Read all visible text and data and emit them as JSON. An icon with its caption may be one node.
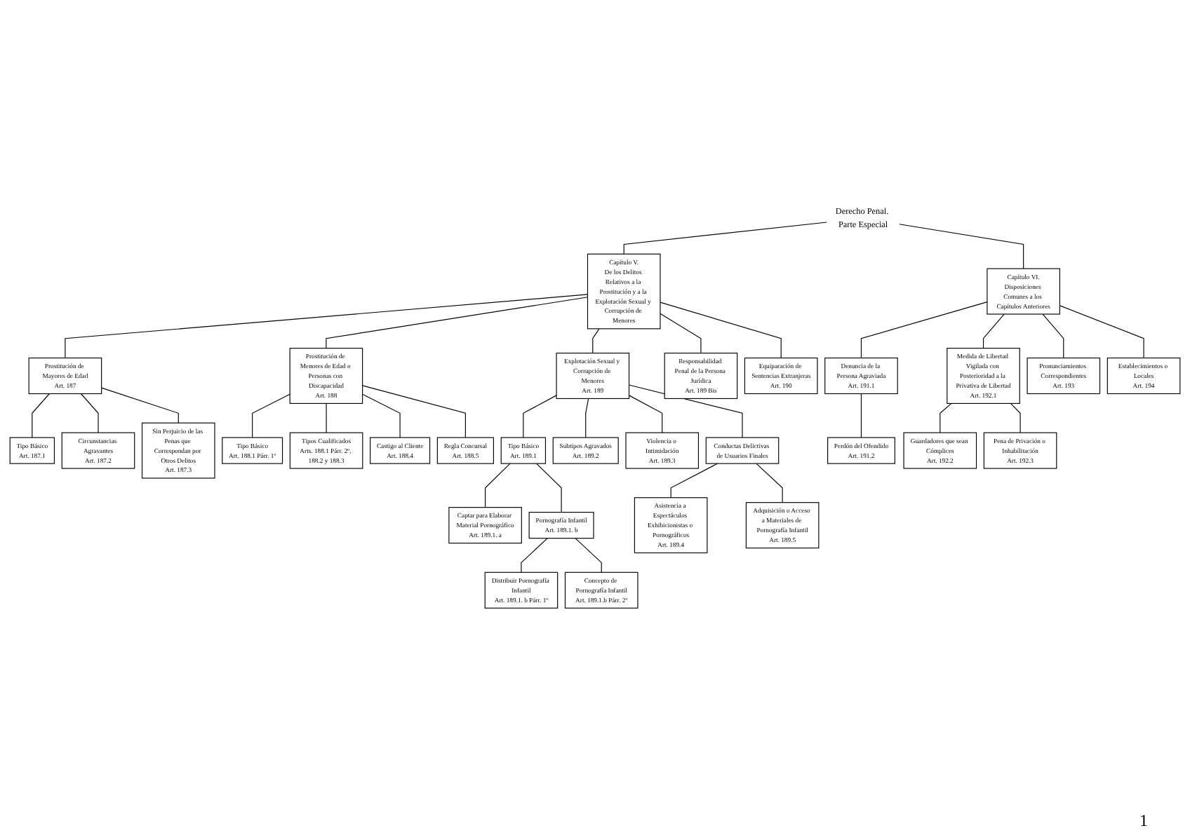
{
  "diagram": {
    "nodes": [
      {
        "text": [
          "Derecho Penal. Parte Especial"
        ]
      },
      {
        "text": [
          "Capítulo V.",
          "De los Delitos Relativos a la Prostitución y a la Explotación Sexual y Corrupción de Menores"
        ]
      },
      {
        "text": [
          "Prostitución de Mayores de Edad",
          "Art. 187"
        ]
      },
      {
        "text": [
          "Tipo Básico",
          "Art. 187.1"
        ]
      },
      {
        "text": [
          "Circunstancias Agravantes",
          "Art. 187.2"
        ]
      },
      {
        "text": [
          "Sin Perjuicio de las Penas que Correspondan por Otros Delitos",
          "Art. 187.3"
        ]
      },
      {
        "text": [
          "Prostitución de Menores de Edad o Personas con Discapacidad",
          "Art. 188"
        ]
      },
      {
        "text": [
          "Tipo Básico",
          "Art. 188.1 Párr. 1º"
        ]
      },
      {
        "text": [
          "Tipos Cualificados",
          "Arts. 188.1 Párr. 2º, 188.2 y 188.3"
        ]
      },
      {
        "text": [
          "Castigo al Cliente",
          "Art. 188.4"
        ]
      },
      {
        "text": [
          "Regla Concursal",
          "Art. 188.5"
        ]
      },
      {
        "text": [
          "Explotación Sexual y Corrupción de Menores",
          "Art. 189"
        ]
      },
      {
        "text": [
          "Tipo Básico",
          "Art. 189.1"
        ]
      },
      {
        "text": [
          "Captar para Elaborar Material Pornográfico",
          "Art. 189.1. a"
        ]
      },
      {
        "text": [
          "Subtipos Agravados",
          "Art. 189.2"
        ]
      },
      {
        "text": [
          "Pornografía Infantil",
          "Art. 189.1. b"
        ]
      },
      {
        "text": [
          "Distribuir Pornografía Infantil",
          "Art. 189.1. b Párr. 1º"
        ]
      },
      {
        "text": [
          "Concepto de Pornografía Infantil",
          "Art. 189.1.b Párr. 2º"
        ]
      },
      {
        "text": [
          "Violencia o Intimidación",
          "Art. 189.3"
        ]
      },
      {
        "text": [
          "Conductas Delictivas de Usuarios Finales"
        ]
      },
      {
        "text": [
          "Asistencia a Espectáculos Exhibicionistas o Pornográficos",
          "Art. 189.4"
        ]
      },
      {
        "text": [
          "Adquisición o Acceso a Materiales de Pornografía Infantil",
          "Art. 189.5"
        ]
      },
      {
        "text": [
          "Responsabilidad Penal de la Persona Jurídica",
          "Art. 189 Bis"
        ]
      },
      {
        "text": [
          "Equiparación de Sentencias Extranjeras",
          "Art. 190"
        ]
      },
      {
        "text": [
          "Capítulo VI.",
          "Disposiciones Comunes a los Capítulos Anteriores"
        ]
      },
      {
        "text": [
          "Denuncia de la Persona Agraviada",
          "Art. 191.1"
        ]
      },
      {
        "text": [
          "Perdón del Ofendido",
          "Art. 191.2"
        ]
      },
      {
        "text": [
          "Medida de Libertad Vigilada con Posterioridad a la Privativa de Libertad",
          "Art. 192.1"
        ]
      },
      {
        "text": [
          "Guardadores que sean Cómplices",
          "Art. 192.2"
        ]
      },
      {
        "text": [
          "Pena de Privación o Inhabilitación",
          "Art. 192.3"
        ]
      },
      {
        "text": [
          "Pronunciamientos Correspondientes",
          "Art. 193"
        ]
      },
      {
        "text": [
          "Establecimientos o Locales",
          "Art. 194"
        ]
      }
    ],
    "edges": [
      {
        "from": 0,
        "to": 1,
        "arrow": "none"
      },
      {
        "from": 0,
        "to": 24,
        "arrow": "none"
      },
      {
        "from": 1,
        "to": 2,
        "arrow": "none"
      },
      {
        "from": 2,
        "to": 3,
        "arrow": "none"
      },
      {
        "from": 2,
        "to": 4,
        "arrow": "none"
      },
      {
        "from": 2,
        "to": 5,
        "arrow": "none"
      },
      {
        "from": 1,
        "to": 6,
        "arrow": "none"
      },
      {
        "from": 6,
        "to": 7,
        "arrow": "none"
      },
      {
        "from": 6,
        "to": 8,
        "arrow": "none"
      },
      {
        "from": 6,
        "to": 9,
        "arrow": "none"
      },
      {
        "from": 6,
        "to": 10,
        "arrow": "none"
      },
      {
        "from": 1,
        "to": 11,
        "arrow": "none"
      },
      {
        "from": 11,
        "to": 12,
        "arrow": "none"
      },
      {
        "from": 12,
        "to": 13,
        "arrow": "none"
      },
      {
        "from": 11,
        "to": 14,
        "arrow": "none"
      },
      {
        "from": 12,
        "to": 15,
        "arrow": "none"
      },
      {
        "from": 15,
        "to": 16,
        "arrow": "none"
      },
      {
        "from": 15,
        "to": 17,
        "arrow": "none"
      },
      {
        "from": 11,
        "to": 18,
        "arrow": "none"
      },
      {
        "from": 11,
        "to": 19,
        "arrow": "none"
      },
      {
        "from": 19,
        "to": 20,
        "arrow": "none"
      },
      {
        "from": 19,
        "to": 21,
        "arrow": "none"
      },
      {
        "from": 1,
        "to": 22,
        "arrow": "none"
      },
      {
        "from": 1,
        "to": 23,
        "arrow": "none"
      },
      {
        "from": 24,
        "to": 25,
        "arrow": "none"
      },
      {
        "from": 25,
        "to": 26,
        "arrow": "none"
      },
      {
        "from": 24,
        "to": 27,
        "arrow": "none"
      },
      {
        "from": 27,
        "to": 28,
        "arrow": "none"
      },
      {
        "from": 27,
        "to": 29,
        "arrow": "none"
      },
      {
        "from": 24,
        "to": 30,
        "arrow": "none"
      },
      {
        "from": 24,
        "to": 31,
        "arrow": "none"
      }
    ],
    "labels": [
      "1"
    ]
  }
}
